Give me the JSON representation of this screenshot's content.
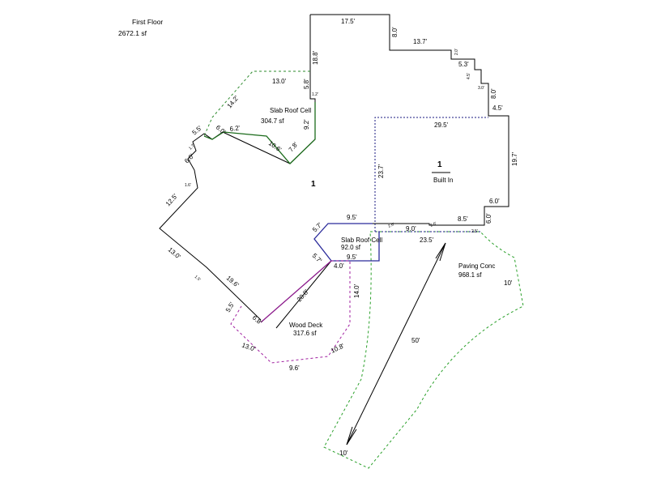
{
  "header": {
    "title": "First Floor",
    "area": "2672.1 sf"
  },
  "areas": {
    "slab_upper": {
      "name": "Slab Roof Cell",
      "sf": "304.7 sf"
    },
    "slab_lower": {
      "name": "Slab Roof Cell",
      "sf": "92.0 sf"
    },
    "wood_deck": {
      "name": "Wood Deck",
      "sf": "317.6 sf"
    },
    "paving": {
      "name": "Paving Conc",
      "sf": "968.1 sf"
    },
    "main_number": "1",
    "built_in_number": "1",
    "built_in_label": "Built In"
  },
  "dims": {
    "top": "17.5'",
    "right_step_1": "8.0'",
    "right_top": "13.7'",
    "step_a": "2.0'",
    "step_b": "5.3'",
    "step_c": "4.5'",
    "step_d": "3.0'",
    "step_e": "8.0'",
    "step_f": "4.5'",
    "left_vertical": "18.8'",
    "slab_top": "13.0'",
    "slab_v1": "5.8'",
    "slab_small": "1.2'",
    "slab_diag": "14.2'",
    "slab_6_0": "6.0'",
    "slab_6_2": "6.2'",
    "slab_9_2": "9.2'",
    "slab_10_6": "10.6'",
    "slab_7_8": "7.8'",
    "left_5_5": "5.5'",
    "left_1_7": "1.7'",
    "left_6_0": "6.0'",
    "left_1_6": "1.6'",
    "left_12_5": "12.5'",
    "left_13_0": "13.0'",
    "left_1_5": "1.5'",
    "left_19_6": "19.6'",
    "built_29_5": "29.5'",
    "built_23_7": "23.7'",
    "built_19_7": "19.7'",
    "built_6_0a": "6.0'",
    "built_6_0b": "6.0'",
    "built_8_5": "8.5'",
    "built_2_6a": "2.6'",
    "built_2_6b": "2.6'",
    "built_9_0": "9.0'",
    "built_23_5": "23.5'",
    "built_2_5": "2.5'",
    "lower_9_5a": "9.5'",
    "lower_9_5b": "9.5'",
    "lower_5_7a": "5.7'",
    "lower_5_7b": "5.7'",
    "lower_4_0": "4.0'",
    "deck_20_8": "20.8'",
    "deck_5_5": "5.5'",
    "deck_6_8": "6.8'",
    "deck_13_0": "13.0'",
    "deck_9_6": "9.6'",
    "deck_10_8": "10.8'",
    "deck_14_0": "14.0'",
    "paving_10a": "10'",
    "paving_50": "50'",
    "paving_10b": "10'"
  },
  "colors": {
    "outline": "#000000",
    "slab": "#1b6b1b",
    "slab_dash": "#2e8b2e",
    "built_in": "#1a1a80",
    "lower_slab": "#2a2a9a",
    "deck": "#8b1a8b",
    "deck_dash": "#a020a0",
    "paving": "#2aa02a"
  }
}
